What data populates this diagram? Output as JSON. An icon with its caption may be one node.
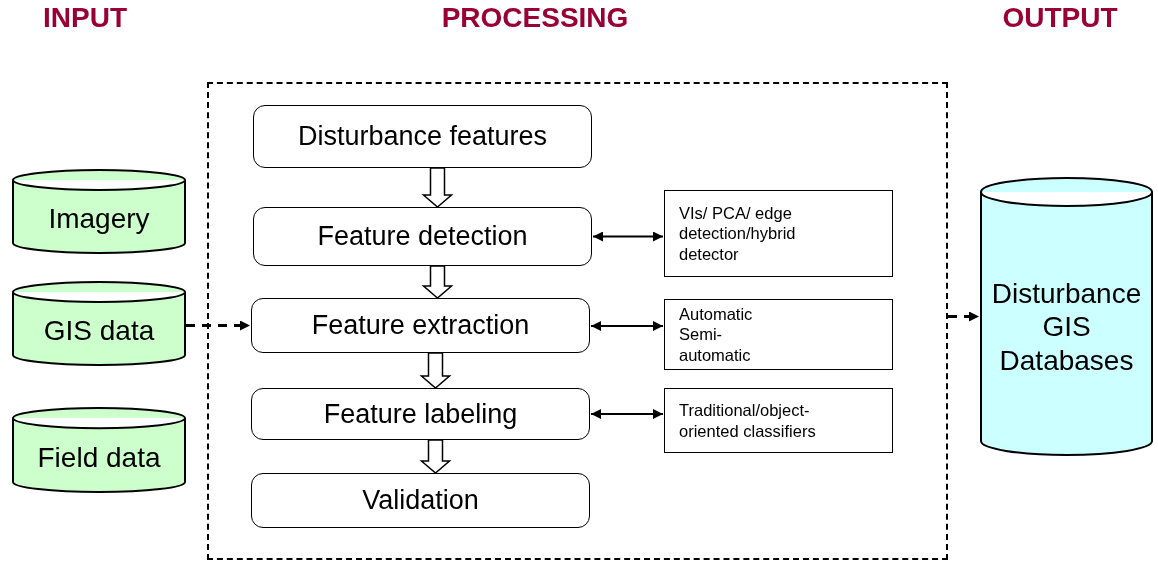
{
  "diagram": {
    "nodes": [
      {
        "text": [],
        "shape": "box"
      },
      {
        "text": [
          "Disturbance features"
        ],
        "in": 0
      },
      {
        "text": [
          "Feature detection"
        ],
        "in": 0
      },
      {
        "text": [
          "Feature extraction"
        ],
        "in": 0
      },
      {
        "text": [
          "Feature labeling"
        ],
        "in": 0
      },
      {
        "text": [
          "Validation"
        ],
        "in": 0
      },
      {
        "text": [
          "VIs/ PCA/ edge detection/hybrid detector"
        ],
        "in": 0
      },
      {
        "text": [
          "Automatic Semi-automatic"
        ],
        "in": 0
      },
      {
        "text": [
          "Traditional/object-oriented classifiers"
        ],
        "in": 0
      },
      {
        "text": [
          "Imagery"
        ]
      },
      {
        "text": [
          "GIS data"
        ]
      },
      {
        "text": [
          "Field data"
        ]
      },
      {
        "text": [
          "Disturbance GIS Databases"
        ]
      }
    ],
    "edges": [
      {
        "from": 1,
        "to": 2,
        "arrow": "to",
        "style": "thick"
      },
      {
        "from": 2,
        "to": 3,
        "arrow": "to",
        "style": "thick"
      },
      {
        "from": 3,
        "to": 4,
        "arrow": "to",
        "style": "thick"
      },
      {
        "from": 4,
        "to": 5,
        "arrow": "to",
        "style": "thick"
      },
      {
        "from": 2,
        "to": 6,
        "arrow": "both"
      },
      {
        "from": 3,
        "to": 7,
        "arrow": "both"
      },
      {
        "from": 4,
        "to": 8,
        "arrow": "both"
      },
      {
        "from": 10,
        "to": 3,
        "arrow": "to",
        "style": "dashed"
      },
      {
        "from": 0,
        "to": 12,
        "arrow": "to",
        "style": "dashed"
      }
    ],
    "labels": [
      "INPUT",
      "PROCESSING",
      "OUTPUT"
    ]
  }
}
